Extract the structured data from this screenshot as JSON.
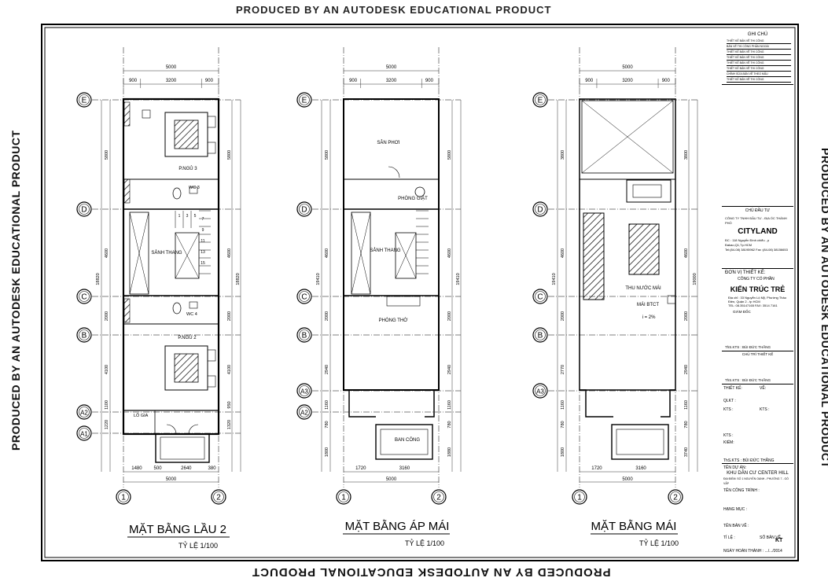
{
  "watermark": {
    "top": "PRODUCED BY AN AUTODESK EDUCATIONAL PRODUCT",
    "bottom": "PRODUCED BY AN AUTODESK EDUCATIONAL PRODUCT",
    "left": "PRODUCED BY AN AUTODESK EDUCATIONAL PRODUCT",
    "right": "PRODUCED BY AN AUTODESK EDUCATIONAL PRODUCT"
  },
  "plans": [
    {
      "title": "MẶT BẰNG LẦU 2",
      "scale": "TỶ LỆ 1/100",
      "dims": {
        "total": "5000",
        "left": "900",
        "mid": "3200",
        "right": "900",
        "left_side": [
          "5800",
          "4600",
          "2000",
          "4100",
          "1100",
          "1220"
        ],
        "right_side": [
          "5800",
          "4600",
          "2000",
          "4100",
          "950",
          "1320"
        ],
        "total_v": "18820",
        "bottom": [
          "1480",
          "500",
          "2640",
          "380"
        ],
        "bottom_total": "5000"
      },
      "rooms": {
        "bed_top": "P.NGỦ 3",
        "wc_top": "WC 3",
        "hall": "SẢNH THANG",
        "wc_bottom": "WC 4",
        "bed_bottom": "P.NGỦ 2",
        "logia": "LÔ GIA"
      },
      "stairs": [
        "1",
        "3",
        "5",
        "7",
        "9",
        "11",
        "13",
        "15"
      ]
    },
    {
      "title": "MẶT BẰNG ÁP MÁI",
      "scale": "TỶ LỆ 1/100",
      "dims": {
        "total": "5000",
        "left": "900",
        "mid": "3200",
        "right": "900",
        "left_side": [
          "5800",
          "4600",
          "2000",
          "2940",
          "1160",
          "780",
          "1800"
        ],
        "right_side": [
          "5800",
          "4600",
          "2000",
          "2940",
          "1160",
          "780",
          "1880"
        ],
        "total_v": "19410",
        "bottom": [
          "1720",
          "3160"
        ],
        "bottom_total": "5000"
      },
      "rooms": {
        "drying": "SÂN PHƠI",
        "worship": "PHÒNG GIẶT",
        "hall": "SẢNH THANG",
        "leisure": "PHÒNG THỜ",
        "balcony": "BAN CÔNG"
      }
    },
    {
      "title": "MẶT BẰNG MÁI",
      "scale": "TỶ LỆ 1/100",
      "dims": {
        "total": "5000",
        "left": "900",
        "mid": "3200",
        "right": "900",
        "left_side": [
          "3800",
          "4600",
          "2000",
          "2770",
          "1160",
          "780",
          "1800"
        ],
        "right_side": [
          "3800",
          "4600",
          "2000",
          "2940",
          "1160",
          "780",
          "3740"
        ],
        "total_v": "19410",
        "right_total": "19000",
        "bottom": [
          "1720",
          "3160"
        ],
        "bottom_total": "5000"
      },
      "rooms": {
        "tank": "THU NƯỚC MÁI",
        "roof": "MÁI BTCT",
        "slope": "i = 2%"
      }
    }
  ],
  "axes": {
    "rows": [
      "E",
      "D",
      "C",
      "B",
      "A3",
      "A2",
      "A1"
    ],
    "cols": [
      "1",
      "2"
    ]
  },
  "title_block": {
    "notes_title": "GHI CHÚ",
    "notes": [
      "THIẾT KẾ BẢN VẼ THI CÔNG",
      "BẢN VẼ THI CÔNG PHẦN NGOÀI",
      "THIẾT KẾ BẢN VẼ THI CÔNG",
      "THIẾT KẾ BẢN VẼ THI CÔNG",
      "THIẾT KẾ BẢN VẼ THI CÔNG",
      "THIẾT KẾ BẢN VẼ THI CÔNG",
      "CHỈNH SỬA BẢN VẼ THEO MẪU",
      "THIẾT KẾ BẢN VẼ THI CÔNG"
    ],
    "owner_label": "CHỦ ĐẦU TƯ",
    "owner_company": "CÔNG TY TNHH ĐẦU TƯ - ĐỊA ỐC THÀNH PHỐ",
    "owner_name": "CITYLAND",
    "owner_addr": "ĐC : 118 Nguyễn Đình chiểu , p Đakao,Q1,Tp.HCM",
    "owner_tel": "Tel:(84-08) 38195962 Fax :(84-08) 38156653",
    "designer_label": "ĐƠN VỊ THIẾT KẾ:",
    "designer_company": "CÔNG TY CỔ PHẦN",
    "designer_name": "KIẾN TRÚC TRẺ",
    "designer_addr": "Địa chỉ : 33 Nguyễn Lộ Mỹ, Phường Thảo Điền, Quận 2 - tp HCM",
    "designer_tel": "TEL: 08.35147165    FAX: 3514 7161",
    "director": "GIÁM ĐỐC",
    "director_name": "ThS.KTS : BÙI ĐỨC THẮNG",
    "chief_label": "CHỦ TRÌ THIẾT KẾ",
    "chief_name": "ThS.KTS : BÙI ĐỨC THẮNG",
    "design_label": "THIẾT KẾ:",
    "draw_label": "VẼ:",
    "qlkt": "QLKT :",
    "kts": "KTS :",
    "kiem": "KIỂM:",
    "approver": "ThS.KTS : BÙI ĐỨC THẮNG",
    "project_label": "TÊN DỰ ÁN:",
    "project_name": "KHU DÂN CƯ CENTER HILL",
    "project_addr": "ĐỊA ĐIỂM: SỐ 1 NGUYỄN OANH - PHƯỜNG 7 - GÒ VẤP",
    "work_label": "TÊN CÔNG TRÌNH :",
    "item_label": "HẠNG MỤC :",
    "sheet_label": "TÊN BẢN VẼ :",
    "scale_label": "TỈ LỆ :",
    "sheet_no_label": "SỐ BẢN VẼ",
    "sheet_code": "KT",
    "date_label": "NGÀY HOÀN THÀNH : .../.../2014"
  },
  "colors": {
    "ink": "#000000",
    "dim": "#333333",
    "hatch": "#000000"
  }
}
